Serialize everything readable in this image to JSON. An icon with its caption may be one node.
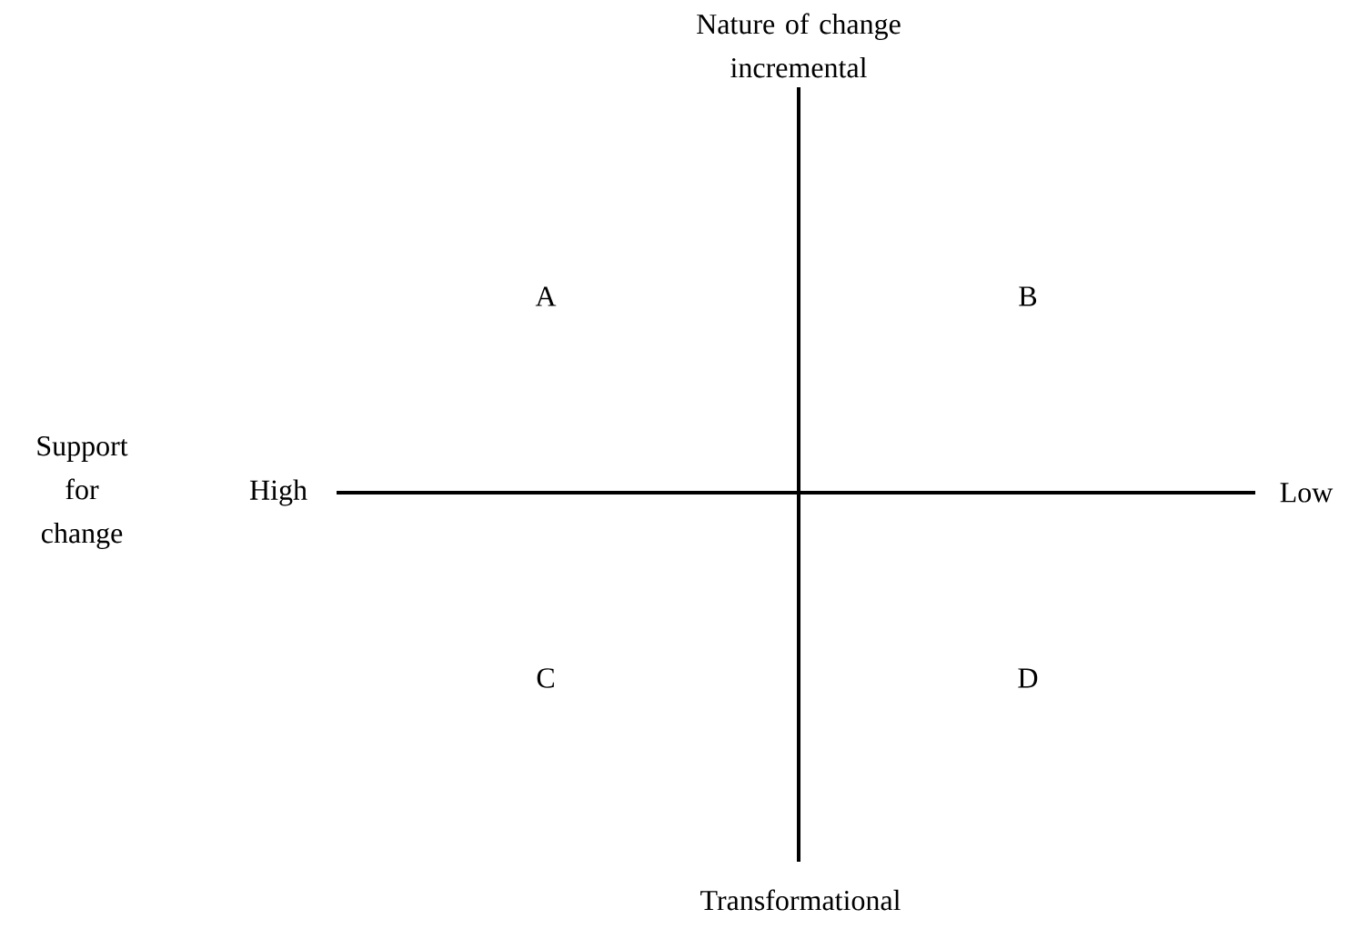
{
  "diagram": {
    "labels": [
      "Nature of change incremental",
      "A",
      "B",
      "Support for change",
      "High",
      "Low",
      "C",
      "D",
      "Transformational"
    ]
  }
}
